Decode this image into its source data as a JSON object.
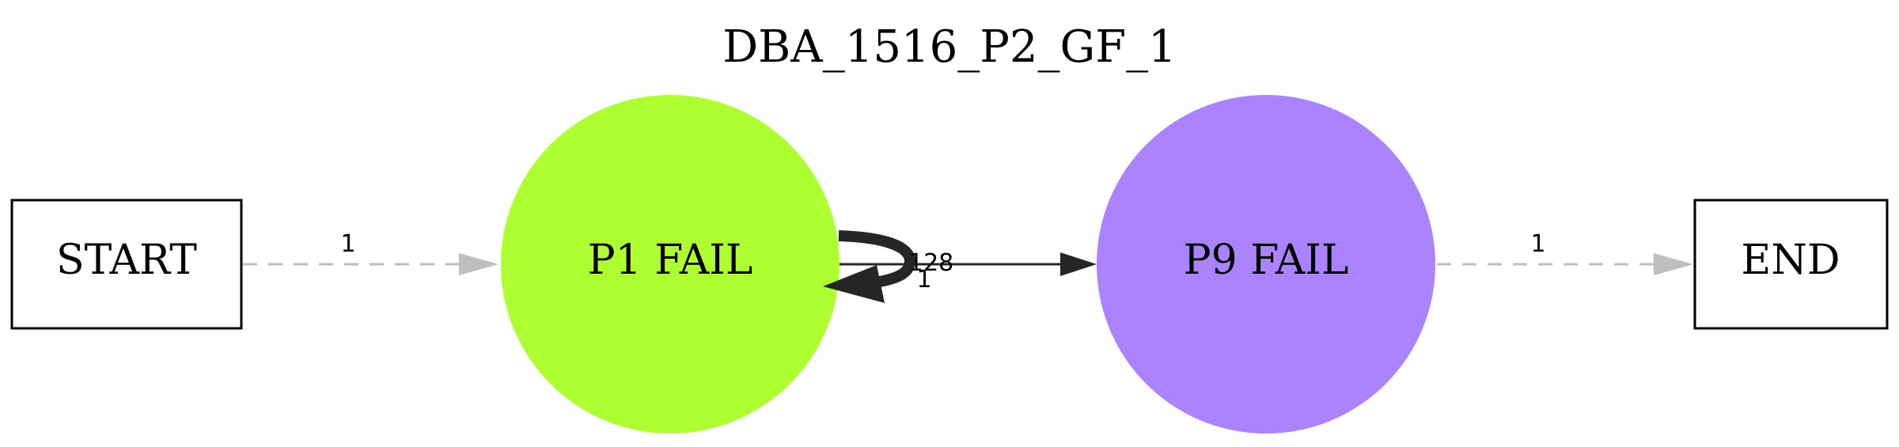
{
  "title": "DBA_1516_P2_GF_1",
  "nodes": {
    "start": {
      "label": "START"
    },
    "p1": {
      "label": "P1 FAIL",
      "color": "#adff2f"
    },
    "p9": {
      "label": "P9 FAIL",
      "color": "#ab82ff"
    },
    "end": {
      "label": "END"
    }
  },
  "edges": {
    "start_p1": {
      "label": "1",
      "style": "dashed",
      "color": "#bebebe"
    },
    "p1_self": {
      "label": "128",
      "color": "#262626"
    },
    "p1_p9": {
      "label": "1",
      "color": "#262626"
    },
    "p9_end": {
      "label": "1",
      "style": "dashed",
      "color": "#bebebe"
    }
  }
}
